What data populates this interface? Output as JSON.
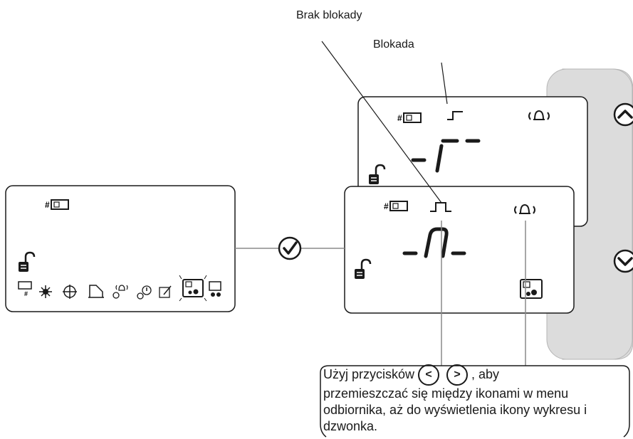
{
  "labels": {
    "no_lock": "Brak blokady",
    "lock": "Blokada"
  },
  "callout": {
    "line1_before": "Użyj przycisków",
    "line1_after": ", aby",
    "rest": "przemieszczać się między ikonami w menu odbiornika, aż do wyświetlenia ikony wykresu i dzwonka."
  },
  "icons": {
    "left_display_row": [
      "camera-hash-icon",
      "sun-icon",
      "crosshair-icon",
      "door-frame-icon",
      "timer-bell-icon",
      "timer-alert-icon",
      "edit-icon",
      "camera-gear-icon",
      "monitor-gear-icon"
    ],
    "check": "check-icon",
    "up": "chevron-up-icon",
    "down": "chevron-down-icon",
    "prev": "chevron-left-icon",
    "next": "chevron-right-icon"
  },
  "displays": {
    "top_back": {
      "segment_text": "-r-"
    },
    "front": {
      "segment_text": "-n-"
    }
  },
  "colors": {
    "outline": "#1a1a1a",
    "panel": "#dcdcdc",
    "connector": "#8a8a8a"
  }
}
